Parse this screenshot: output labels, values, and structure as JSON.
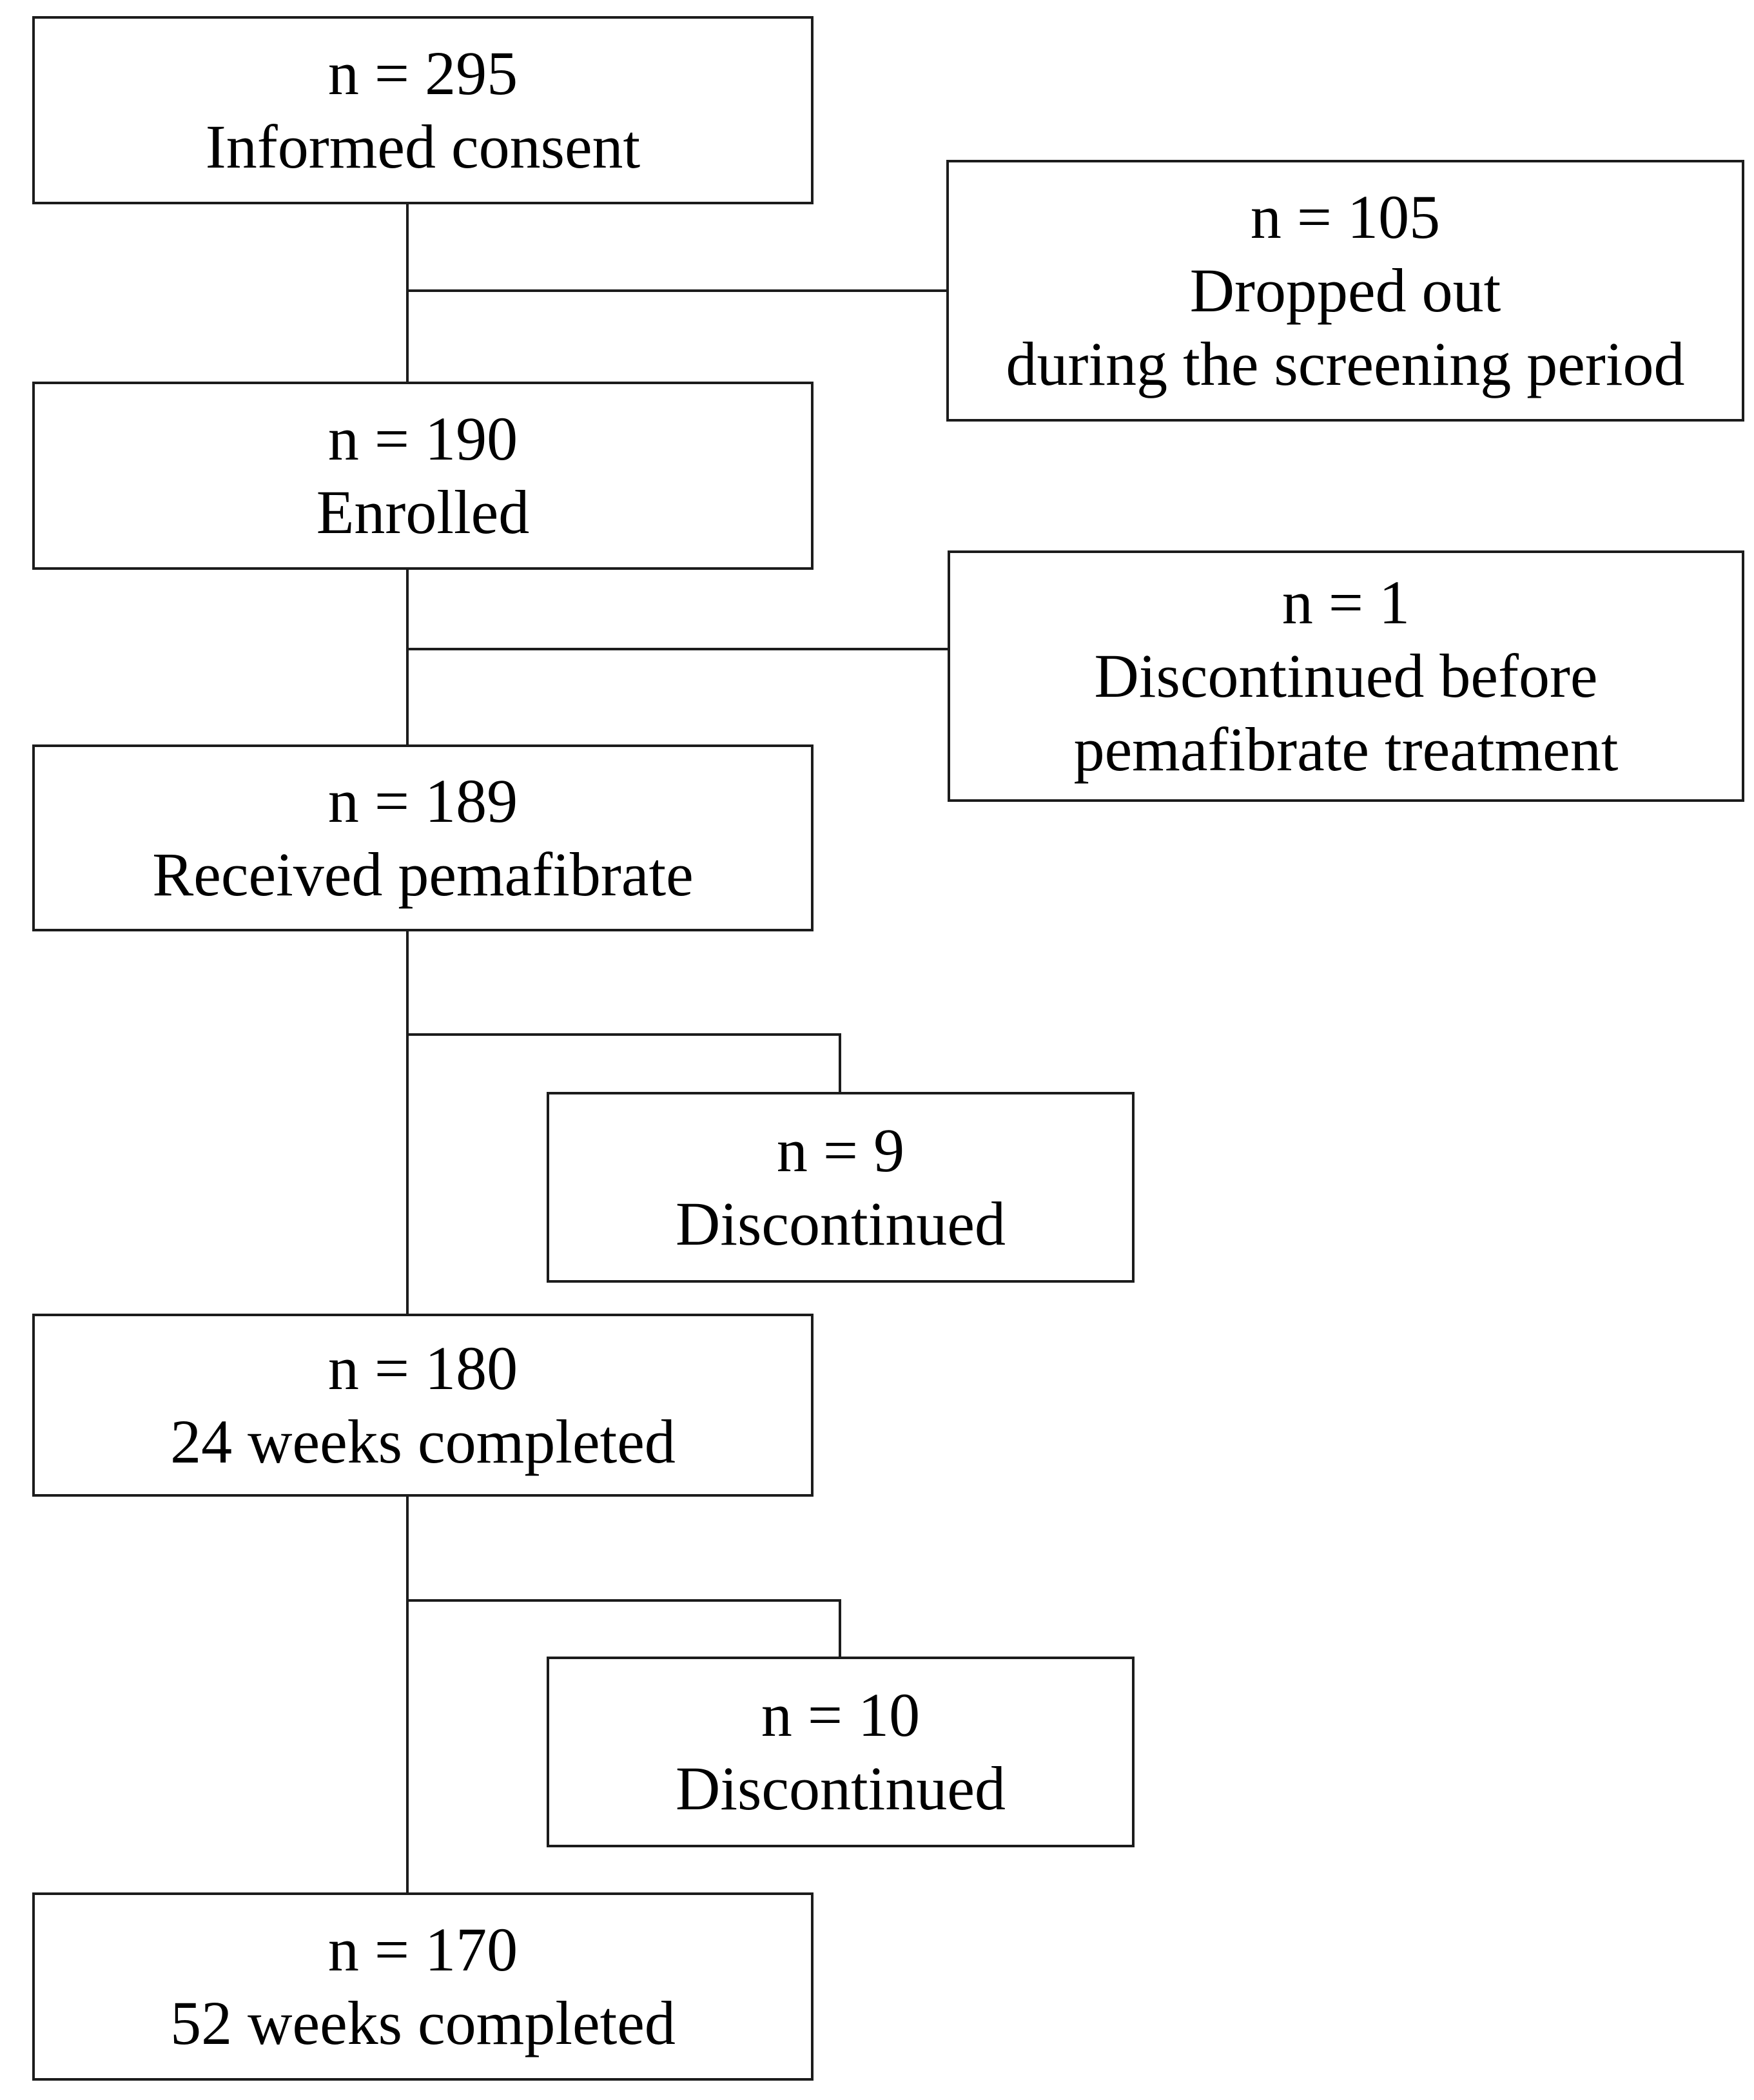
{
  "figure": {
    "kind": "patient-flow-diagram",
    "colors": {
      "background": "#ffffff",
      "box_border": "#1c1c1c",
      "text": "#000000",
      "connector": "#1c1c1c"
    },
    "boxes": {
      "informed_consent": {
        "lines": [
          "n = 295",
          "Informed consent"
        ]
      },
      "dropped_out_screening": {
        "lines": [
          "n = 105",
          "Dropped out",
          "during the screening period"
        ]
      },
      "enrolled": {
        "lines": [
          "n = 190",
          "Enrolled"
        ]
      },
      "discontinued_before_treatment": {
        "lines": [
          "n = 1",
          "Discontinued before",
          "pemafibrate treatment"
        ]
      },
      "received_pemafibrate": {
        "lines": [
          "n = 189",
          "Received pemafibrate"
        ]
      },
      "discontinued_at_24_weeks": {
        "lines": [
          "n = 9",
          "Discontinued"
        ]
      },
      "completed_24_weeks": {
        "lines": [
          "n = 180",
          "24 weeks completed"
        ]
      },
      "discontinued_at_52_weeks": {
        "lines": [
          "n = 10",
          "Discontinued"
        ]
      },
      "completed_52_weeks": {
        "lines": [
          "n = 170",
          "52 weeks completed"
        ]
      }
    },
    "edges": [
      {
        "from": "informed_consent",
        "to": "enrolled"
      },
      {
        "from": "informed_consent",
        "to": "dropped_out_screening"
      },
      {
        "from": "enrolled",
        "to": "received_pemafibrate"
      },
      {
        "from": "enrolled",
        "to": "discontinued_before_treatment"
      },
      {
        "from": "received_pemafibrate",
        "to": "completed_24_weeks"
      },
      {
        "from": "received_pemafibrate",
        "to": "discontinued_at_24_weeks"
      },
      {
        "from": "completed_24_weeks",
        "to": "completed_52_weeks"
      },
      {
        "from": "completed_24_weeks",
        "to": "discontinued_at_52_weeks"
      }
    ]
  }
}
